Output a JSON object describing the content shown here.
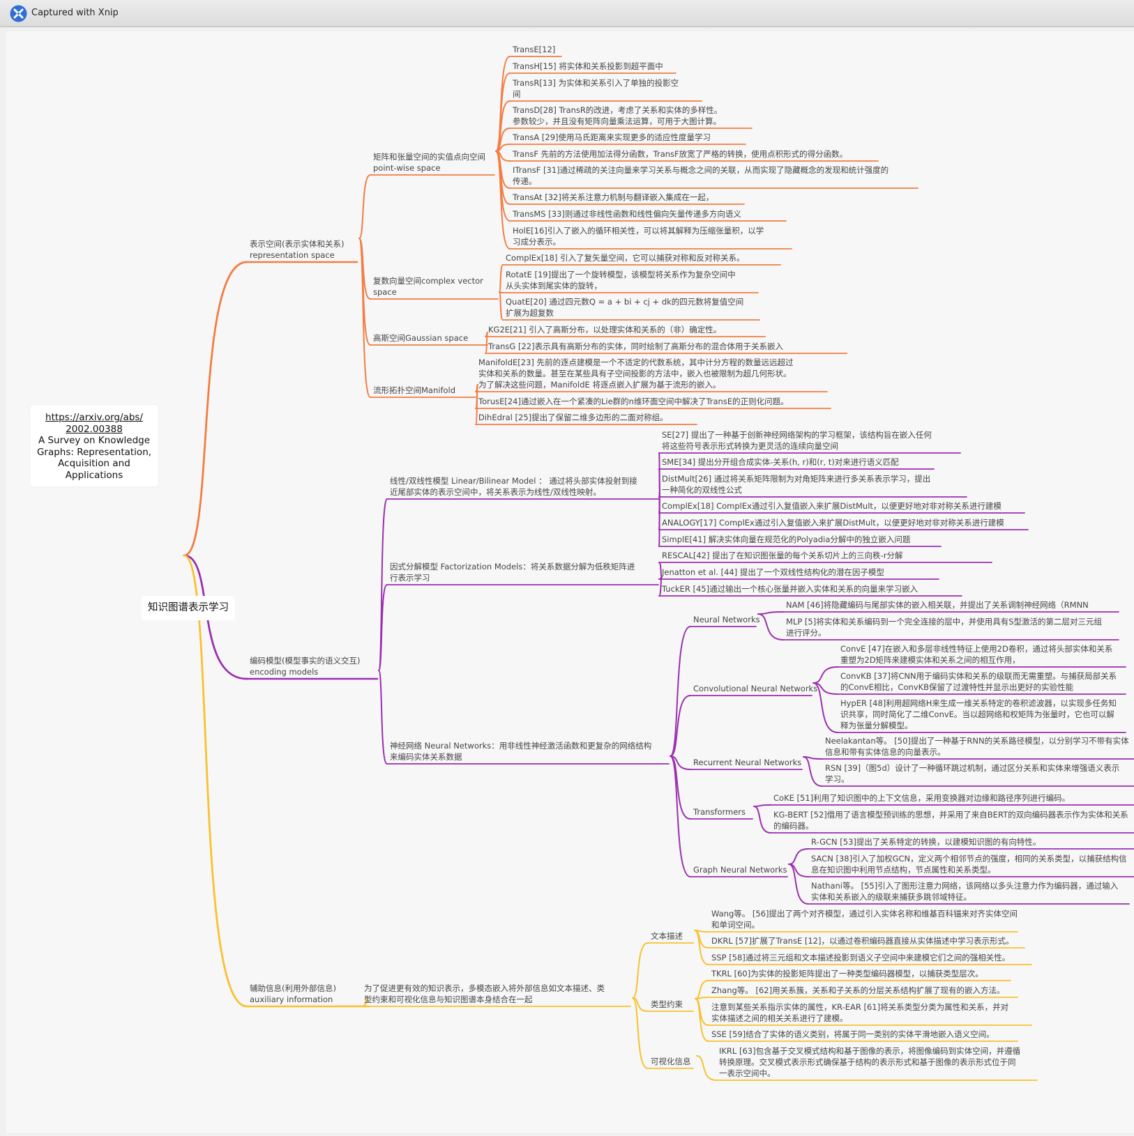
{
  "window": {
    "title": "Captured with Xnip",
    "logo_icon": "xnip-logo-icon"
  },
  "source_card": {
    "link": "https://arxiv.org/abs/2002.00388",
    "link_line1": "https://arxiv.org/abs/",
    "link_line2": "2002.00388",
    "title_lines": [
      "A Survey on Knowledge",
      "Graphs: Representation,",
      "Acquisition and",
      "Applications"
    ]
  },
  "colors": {
    "representation": "#f27d44",
    "encoding": "#9b2fae",
    "auxiliary": "#f8c12f"
  },
  "root": "知识图谱表示学习",
  "mindmap": [
    {
      "label": [
        "表示空间(表示实体和关系)",
        "representation space"
      ],
      "color": "#f27d44",
      "children": [
        {
          "label": [
            "矩阵和张量空间的实值点向空间",
            "point-wise space"
          ],
          "children": [
            {
              "label": [
                "TransE[12]"
              ]
            },
            {
              "label": [
                "TransH[15] 将实体和关系投影到超平面中"
              ]
            },
            {
              "label": [
                "TransR[13] 为实体和关系引入了单独的投影空",
                "间"
              ]
            },
            {
              "label": [
                "TransD[28] TransR的改进，考虑了关系和实体的多样性。",
                "参数较少，并且没有矩阵向量乘法运算，可用于大图计算。"
              ]
            },
            {
              "label": [
                "TransA [29]使用马氏距离来实现更多的适应性度量学习"
              ]
            },
            {
              "label": [
                "TransF 先前的方法使用加法得分函数，TransF放宽了严格的转换，使用点积形式的得分函数。"
              ]
            },
            {
              "label": [
                "ITransF [31]通过稀疏的关注向量来学习关系与概念之间的关联，从而实现了隐藏概念的发现和统计强度的",
                "传递。"
              ]
            },
            {
              "label": [
                " TransAt [32]将关系注意力机制与翻译嵌入集成在一起，"
              ]
            },
            {
              "label": [
                "TransMS [33]则通过非线性函数和线性偏向矢量传递多方向语义"
              ]
            },
            {
              "label": [
                "HolE[16]引入了嵌入的循环相关性，可以将其解释为压缩张量积，以学",
                "习成分表示。"
              ]
            }
          ]
        },
        {
          "label": [
            "复数向量空间complex vector",
            "space"
          ],
          "children": [
            {
              "label": [
                "ComplEx[18] 引入了复矢量空间，它可以捕获对称和反对称关系。"
              ]
            },
            {
              "label": [
                "RotatE [19]提出了一个旋转模型，该模型将关系作为复杂空间中",
                "从头实体到尾实体的旋转，"
              ]
            },
            {
              "label": [
                "QuatE[20] 通过四元数Q = a + bi + cj + dk的四元数将复值空间",
                "扩展为超复数"
              ]
            }
          ]
        },
        {
          "label": [
            "高斯空间Gaussian space"
          ],
          "children": [
            {
              "label": [
                "KG2E[21] 引入了高斯分布，以处理实体和关系的（非）确定性。"
              ]
            },
            {
              "label": [
                "TransG [22]表示具有高斯分布的实体，同时绘制了高斯分布的混合体用于关系嵌入"
              ]
            }
          ]
        },
        {
          "label": [
            "流形拓扑空间Manifold"
          ],
          "children": [
            {
              "label": [
                "ManifoldE[23] 先前的逐点建模是一个不适定的代数系统，其中计分方程的数量远远超过",
                "实体和关系的数量。甚至在某些具有子空间投影的方法中，嵌入也被限制为超几何形状。",
                "为了解决这些问题，ManifoldE 将逐点嵌入扩展为基于流形的嵌入。"
              ]
            },
            {
              "label": [
                "TorusE[24]通过嵌入在一个紧凑的Lie群的n维环面空间中解决了TransE的正则化问题。"
              ]
            },
            {
              "label": [
                "DihEdral [25]提出了保留二维多边形的二面对称组。"
              ]
            }
          ]
        }
      ]
    },
    {
      "label": [
        "编码模型(模型事实的语义交互)",
        "encoding models"
      ],
      "color": "#9b2fae",
      "children": [
        {
          "label": [
            "线性/双线性模型 Linear/Bilinear Model ： 通过将头部实体投射到接",
            "近尾部实体的表示空间中，将关系表示为线性/双线性映射。"
          ],
          "children": [
            {
              "label": [
                "SE[27] 提出了一种基于创新神经网络架构的学习框架，该结构旨在嵌入任何",
                "将这些符号表示形式转换为更灵活的连续向量空间"
              ]
            },
            {
              "label": [
                "SME[34] 提出分开组合成实体-关系(h, r)和(r, t)对来进行语义匹配"
              ]
            },
            {
              "label": [
                "DistMult[26] 通过将关系矩阵限制为对角矩阵来进行多关系表示学习，提出",
                "一种简化的双线性公式"
              ]
            },
            {
              "label": [
                "ComplEx[18] ComplEx通过引入复值嵌入来扩展DistMult，以便更好地对非对称关系进行建模"
              ]
            },
            {
              "label": [
                "ANALOGY[17] ComplEx通过引入复值嵌入来扩展DistMult，以便更好地对非对称关系进行建模"
              ]
            },
            {
              "label": [
                "SimplE[41] 解决实体向量在规范化的Polyadia分解中的独立嵌入问题"
              ]
            }
          ]
        },
        {
          "label": [
            "因式分解模型 Factorization Models：将关系数据分解为低秩矩阵进",
            "行表示学习"
          ],
          "children": [
            {
              "label": [
                "RESCAL[42] 提出了在知识图张量的每个关系切片上的三向秩-r分解"
              ]
            },
            {
              "label": [
                "Jenatton et al. [44] 提出了一个双线性结构化的潜在因子模型"
              ]
            },
            {
              "label": [
                "TuckER [45]通过输出一个核心张量并嵌入实体和关系的向量来学习嵌入"
              ]
            }
          ]
        },
        {
          "label": [
            "神经网络 Neural Networks：用非线性神经激活函数和更复杂的网络结构",
            "来编码实体关系数据"
          ],
          "children": [
            {
              "label": [
                "Neural Networks"
              ],
              "children": [
                {
                  "label": [
                    "NAM [46]将隐藏编码与尾部实体的嵌入相关联，并提出了关系调制神经网络（RMNN"
                  ]
                },
                {
                  "label": [
                    " MLP [5]将实体和关系编码到一个完全连接的层中，并使用具有S型激活的第二层对三元组",
                    "进行评分。"
                  ]
                }
              ]
            },
            {
              "label": [
                "Convolutional Neural Networks"
              ],
              "children": [
                {
                  "label": [
                    "ConvE [47]在嵌入和多层非线性特征上使用2D卷积，通过将头部实体和关系",
                    "重塑为2D矩阵来建模实体和关系之间的相互作用，"
                  ]
                },
                {
                  "label": [
                    "ConvKB [37]将CNN用于编码实体和关系的级联而无需重塑。与捕获局部关系",
                    "的ConvE相比，ConvKB保留了过渡特性并显示出更好的实验性能"
                  ]
                },
                {
                  "label": [
                    " HypER [48]利用超网络H来生成一维关系特定的卷积滤波器，以实现多任务知",
                    "识共享，同时简化了二维ConvE。当以超网络和权矩阵为张量时，它也可以解",
                    "释为张量分解模型。"
                  ]
                }
              ]
            },
            {
              "label": [
                "Recurrent Neural Networks"
              ],
              "children": [
                {
                  "label": [
                    "Neelakantan等。 [50]提出了一种基于RNN的关系路径模型，以分别学习不带有实体",
                    "信息和带有实体信息的向量表示。"
                  ]
                },
                {
                  "label": [
                    "RSN [39]（图5d）设计了一种循环跳过机制，通过区分关系和实体来增强语义表示",
                    "学习。"
                  ]
                }
              ]
            },
            {
              "label": [
                "Transformers"
              ],
              "children": [
                {
                  "label": [
                    "CoKE [51]利用了知识图中的上下文信息，采用变换器对边缘和路径序列进行编码。"
                  ]
                },
                {
                  "label": [
                    "KG-BERT [52]借用了语言模型预训练的思想，并采用了来自BERT的双向编码器表示作为实体和关系",
                    "的编码器。"
                  ]
                }
              ]
            },
            {
              "label": [
                "Graph Neural Networks"
              ],
              "children": [
                {
                  "label": [
                    "R-GCN [53]提出了关系特定的转换，以建模知识图的有向特性。"
                  ]
                },
                {
                  "label": [
                    "SACN [38]引入了加权GCN，定义两个相邻节点的强度，相同的关系类型，以捕获结构信",
                    "息在知识图中利用节点结构，节点属性和关系类型。"
                  ]
                },
                {
                  "label": [
                    "Nathani等。 [55]引入了图形注意力网络，该网络以多头注意力作为编码器，通过输入",
                    "实体和关系嵌入的级联来捕获多跳邻域特征。"
                  ]
                }
              ]
            }
          ]
        }
      ]
    },
    {
      "label": [
        "辅助信息(利用外部信息)",
        "auxiliary information"
      ],
      "color": "#f8c12f",
      "children": [
        {
          "label": [
            "为了促进更有效的知识表示，多模态嵌入将外部信息如文本描述、类",
            "型约束和可视化信息与知识图谱本身结合在一起"
          ],
          "children": [
            {
              "label": [
                "文本描述"
              ],
              "children": [
                {
                  "label": [
                    "Wang等。 [56]提出了两个对齐模型，通过引入实体名称和维基百科锚来对齐实体空间",
                    "和单词空间。"
                  ]
                },
                {
                  "label": [
                    "DKRL [57]扩展了TransE [12]，以通过卷积编码器直接从实体描述中学习表示形式。"
                  ]
                },
                {
                  "label": [
                    "SSP [58]通过将三元组和文本描述投影到语义子空间中来建模它们之间的强相关性。"
                  ]
                }
              ]
            },
            {
              "label": [
                "类型约束"
              ],
              "children": [
                {
                  "label": [
                    "TKRL [60]为实体的投影矩阵提出了一种类型编码器模型，以捕获类型层次。"
                  ]
                },
                {
                  "label": [
                    "Zhang等。 [62]用关系簇，关系和子关系的分层关系结构扩展了现有的嵌入方法。"
                  ]
                },
                {
                  "label": [
                    "注意到某些关系指示实体的属性，KR-EAR [61]将关系类型分类为属性和关系，并对",
                    "实体描述之间的相关关系进行了建模。"
                  ]
                },
                {
                  "label": [
                    "SSE [59]结合了实体的语义类别，将属于同一类别的实体平滑地嵌入语义空间。"
                  ]
                }
              ]
            },
            {
              "label": [
                "可视化信息"
              ],
              "children": [
                {
                  "label": [
                    "IKRL [63]包含基于交叉模式结构和基于图像的表示，将图像编码到实体空间，并遵循",
                    "转换原理。交叉模式表示形式确保基于结构的表示形式和基于图像的表示形式位于同",
                    "一表示空间中。"
                  ]
                }
              ]
            }
          ]
        }
      ]
    }
  ]
}
